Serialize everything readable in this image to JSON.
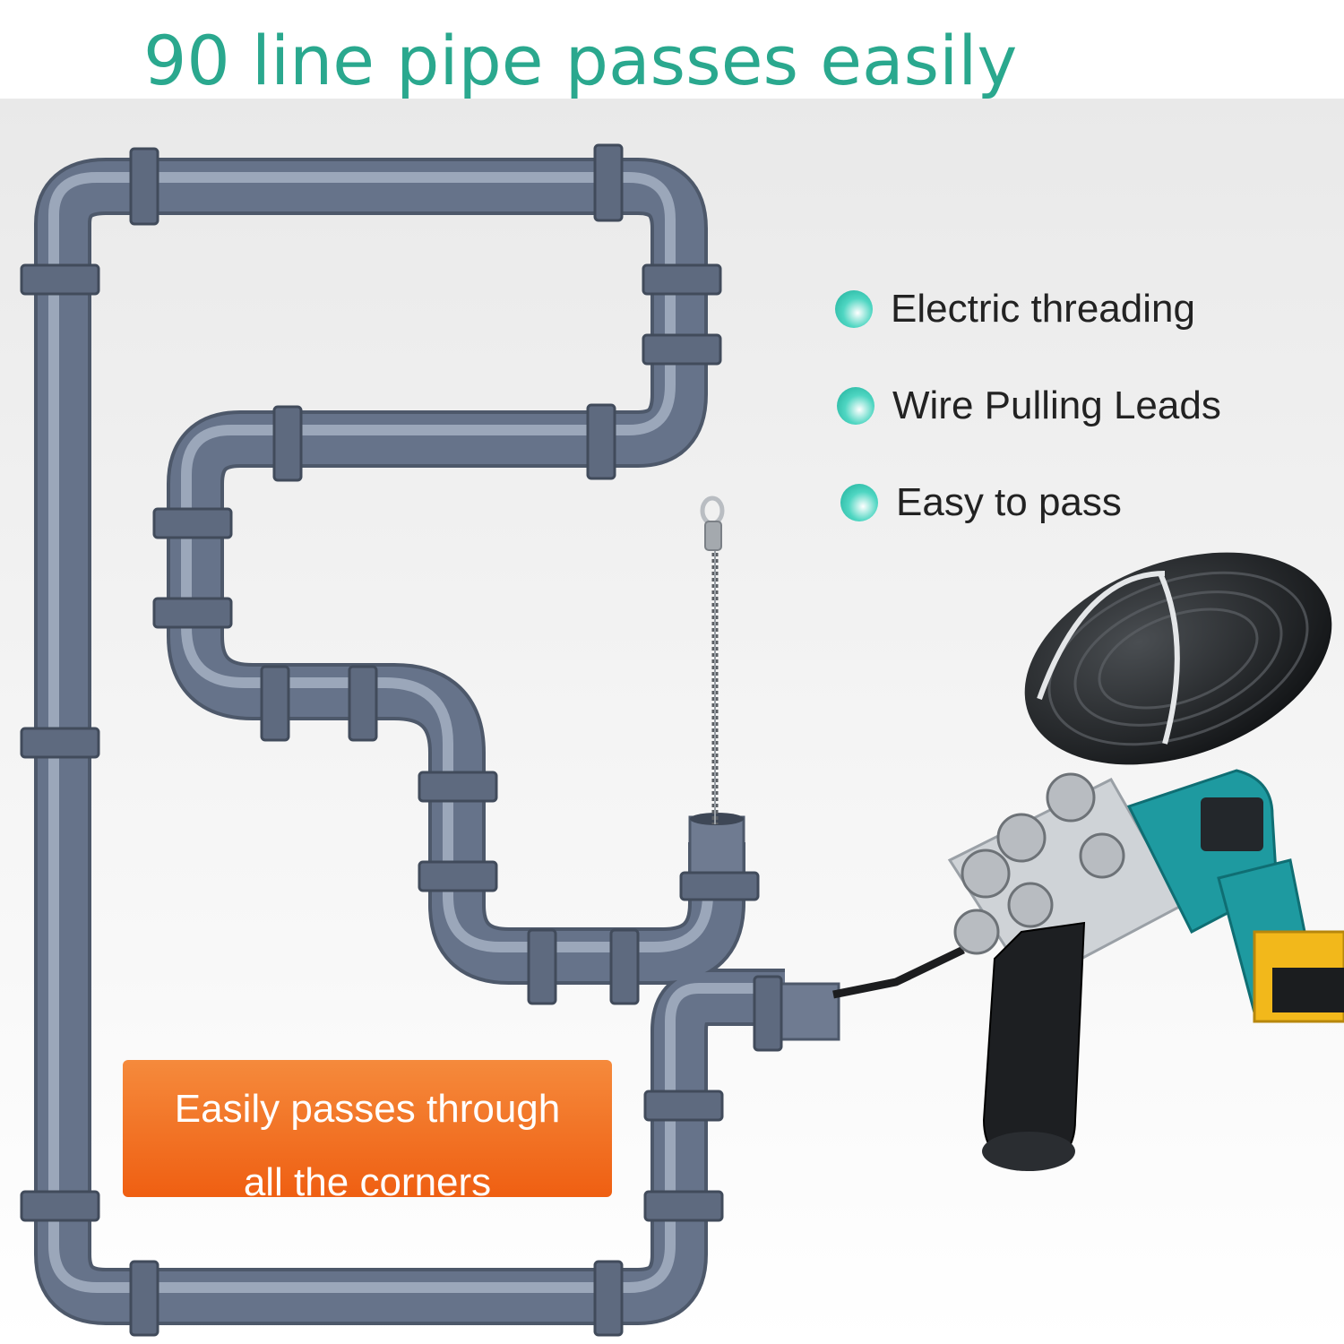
{
  "headline": "90 line pipe passes easily",
  "features": [
    {
      "label": "Electric threading",
      "icon": "teal-dot-icon"
    },
    {
      "label": "Wire Pulling Leads",
      "icon": "teal-dot-icon"
    },
    {
      "label": "Easy to pass",
      "icon": "teal-dot-icon"
    }
  ],
  "callout": {
    "line1": "Easily passes through",
    "line2": "all the corners"
  },
  "colors": {
    "headline": "#2aa88e",
    "bullet": "#4fd6c2",
    "callout": "#f06a1a",
    "pipe": "#66738a",
    "pipe_highlight": "#aeb8c9",
    "tool_teal": "#1e9aa0",
    "tool_battery": "#f2b81b",
    "wire_coil": "#1a1c1e"
  }
}
